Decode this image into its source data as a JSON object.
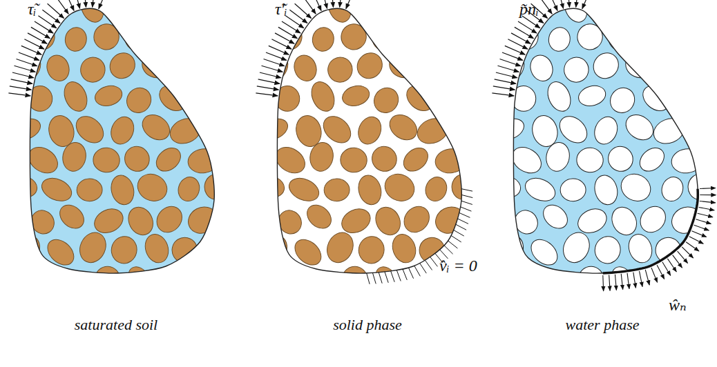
{
  "diagram": {
    "labels": [
      "τ̃ᵢ",
      "τ̃′ᵢ",
      "v̂ᵢ = 0",
      "p̃nᵢ",
      "ŵₙ",
      "saturated soil",
      "solid phase",
      "water phase"
    ]
  }
}
